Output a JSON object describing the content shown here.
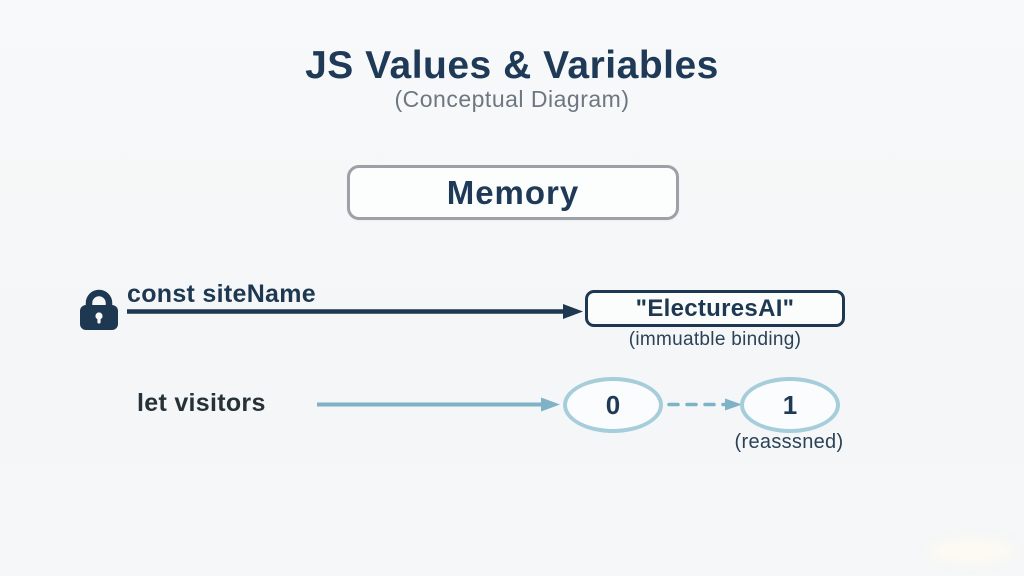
{
  "colors": {
    "background": "#f5f7f8",
    "navy": "#1e3a56",
    "dark_slate": "#263238",
    "muted_gray": "#6e7781",
    "memory_border_gray": "#9ba1a7",
    "light_blue_arrow": "#7fb2c6",
    "circle_border_blue": "#a6cdda"
  },
  "header": {
    "title": "JS Values & Variables",
    "subtitle": "(Conceptual Diagram)"
  },
  "memory": {
    "label": "Memory"
  },
  "const_row": {
    "icon": "lock-icon",
    "label": "const siteName",
    "value": "\"ElecturesAI\"",
    "caption": "(immuatble binding)"
  },
  "let_row": {
    "label": "let visitors",
    "initial_value": "0",
    "new_value": "1",
    "caption": "(reasssned)"
  }
}
